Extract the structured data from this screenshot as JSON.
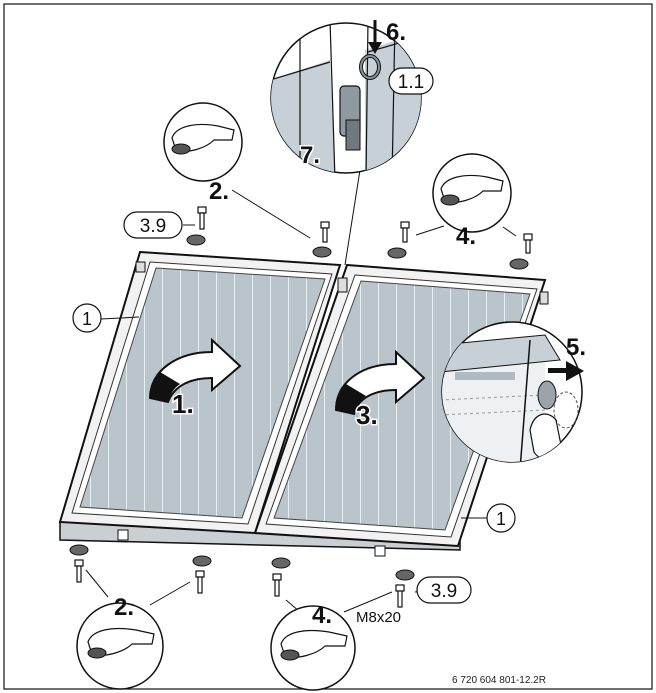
{
  "diagram": {
    "steps": {
      "s1": "1.",
      "s2_top": "2.",
      "s2_bottom": "2.",
      "s3": "3.",
      "s4_top": "4.",
      "s4_bottom": "4.",
      "s5": "5.",
      "s6": "6.",
      "s7": "7."
    },
    "callouts": {
      "part_1_left": "1",
      "part_1_right": "1",
      "part_1_1": "1.1",
      "part_3_9_top": "3.9",
      "part_3_9_bottom": "3.9"
    },
    "bolt_spec": "M8x20",
    "figure_id": "6 720 604 801-12.2R"
  }
}
